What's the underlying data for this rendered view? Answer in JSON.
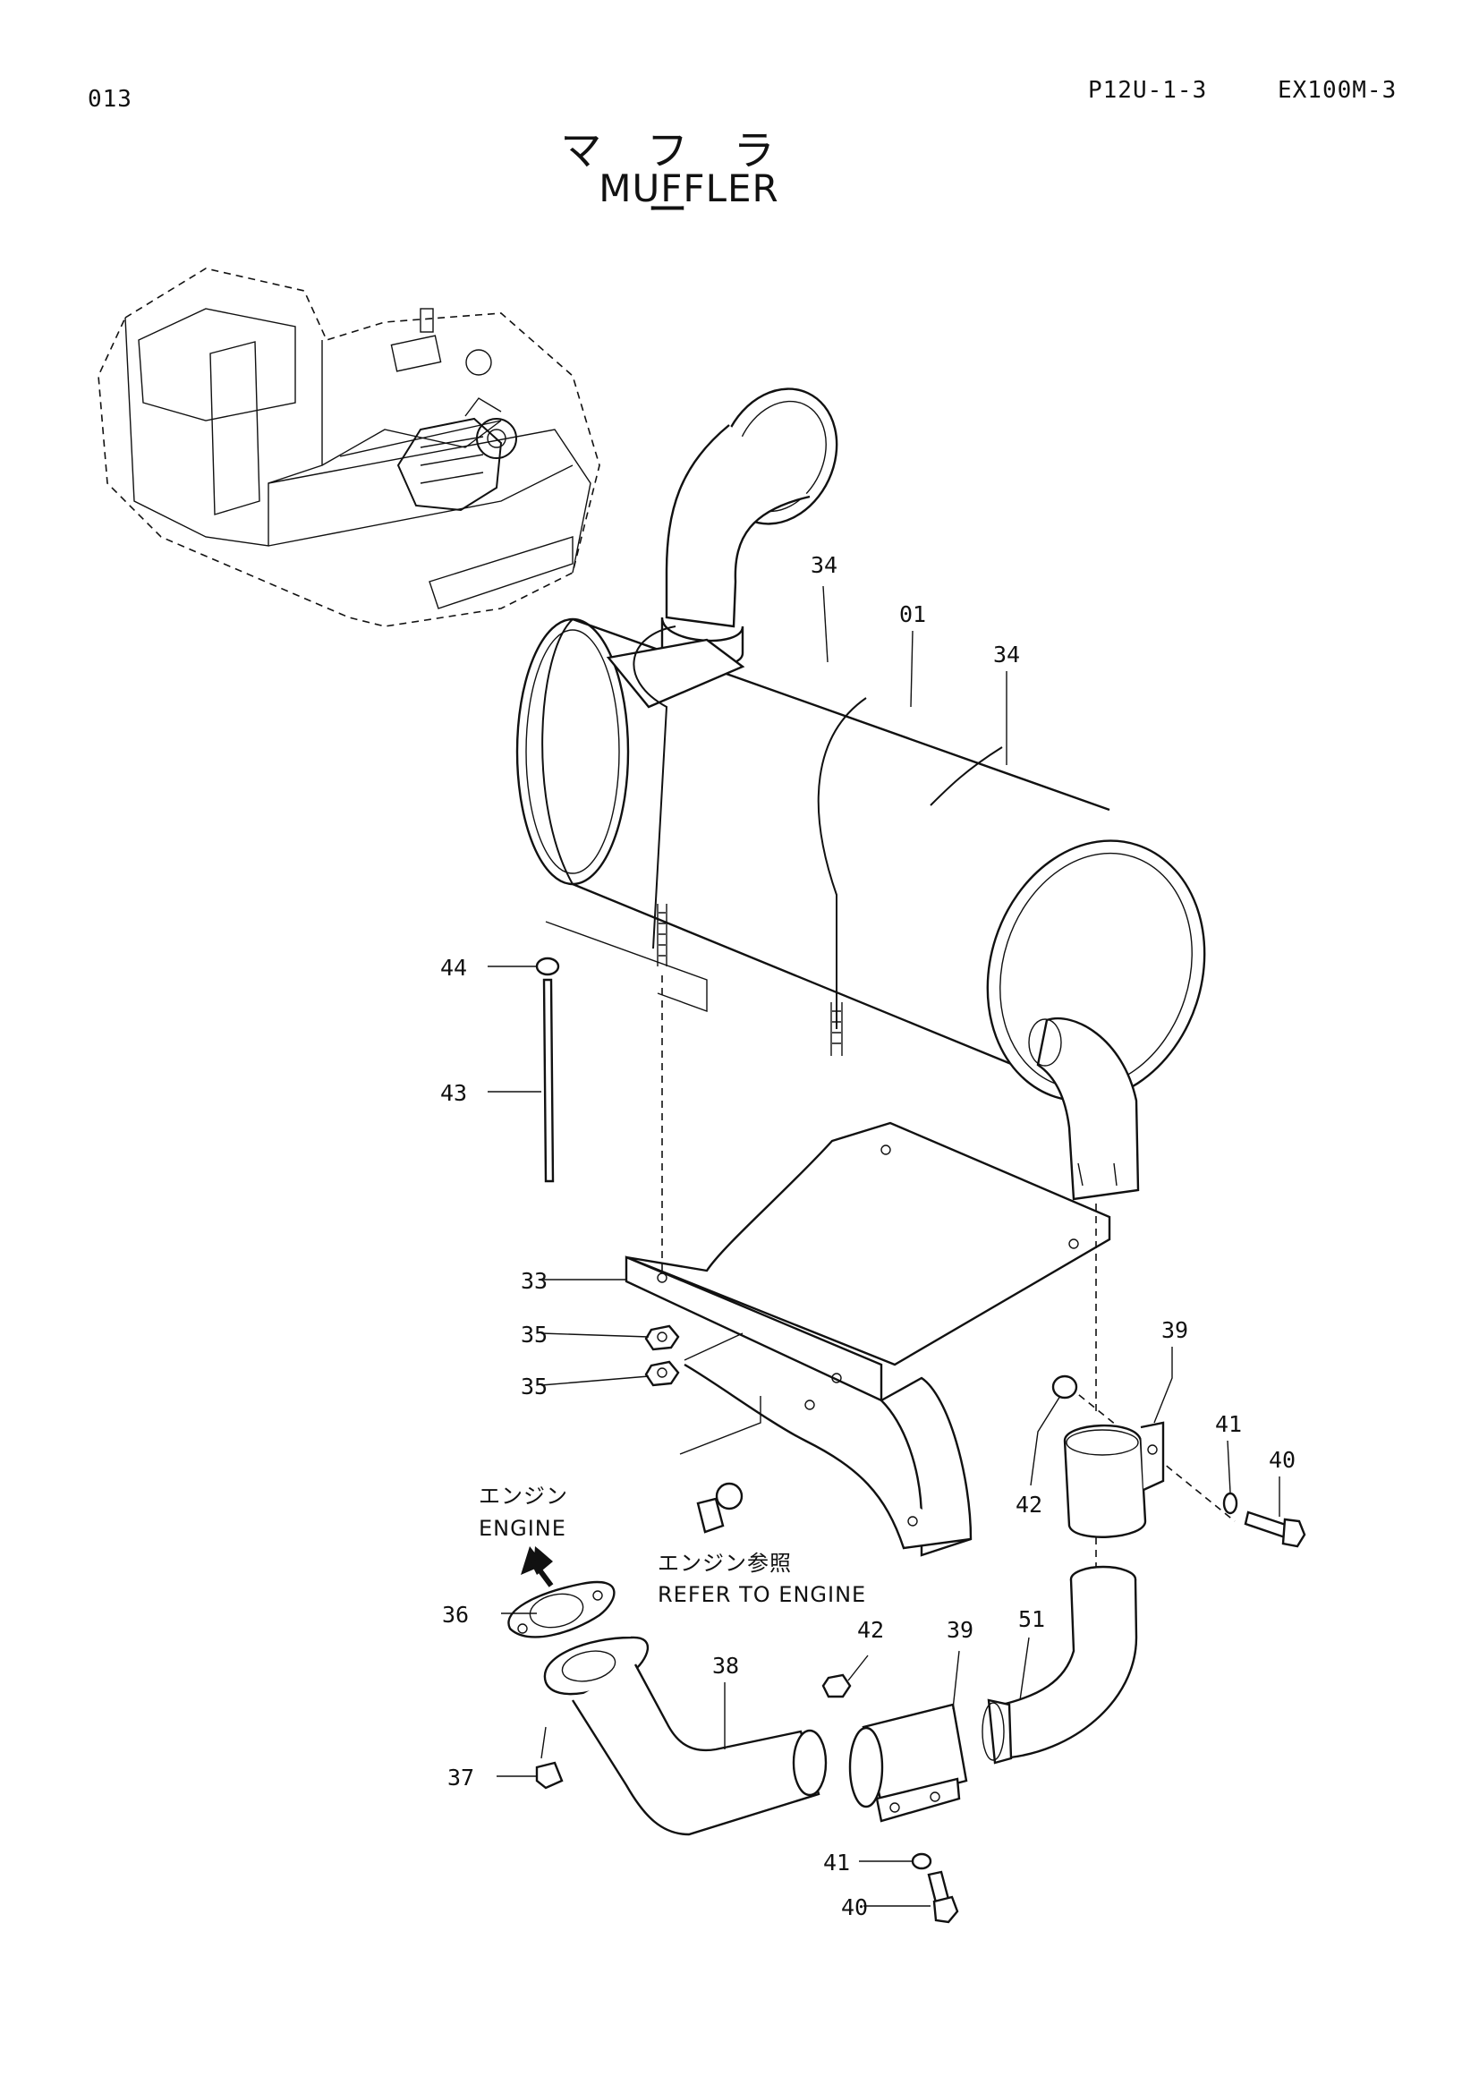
{
  "header": {
    "page_number": "013",
    "reference_code": "P12U-1-3",
    "model": "EX100M-3"
  },
  "title": {
    "japanese": "マ フ ラ ー",
    "english": "MUFFLER"
  },
  "notes": {
    "engine_jp": "エンジン",
    "engine_en": "ENGINE",
    "refer_jp": "エンジン参照",
    "refer_en": "REFER TO ENGINE"
  },
  "callouts": {
    "c01": "01",
    "c34a": "34",
    "c34b": "34",
    "c44": "44",
    "c43": "43",
    "c33": "33",
    "c35a": "35",
    "c35b": "35",
    "c39a": "39",
    "c41a": "41",
    "c40a": "40",
    "c42a": "42",
    "c36": "36",
    "c38": "38",
    "c37": "37",
    "c42b": "42",
    "c39b": "39",
    "c51": "51",
    "c41b": "41",
    "c40b": "40"
  }
}
